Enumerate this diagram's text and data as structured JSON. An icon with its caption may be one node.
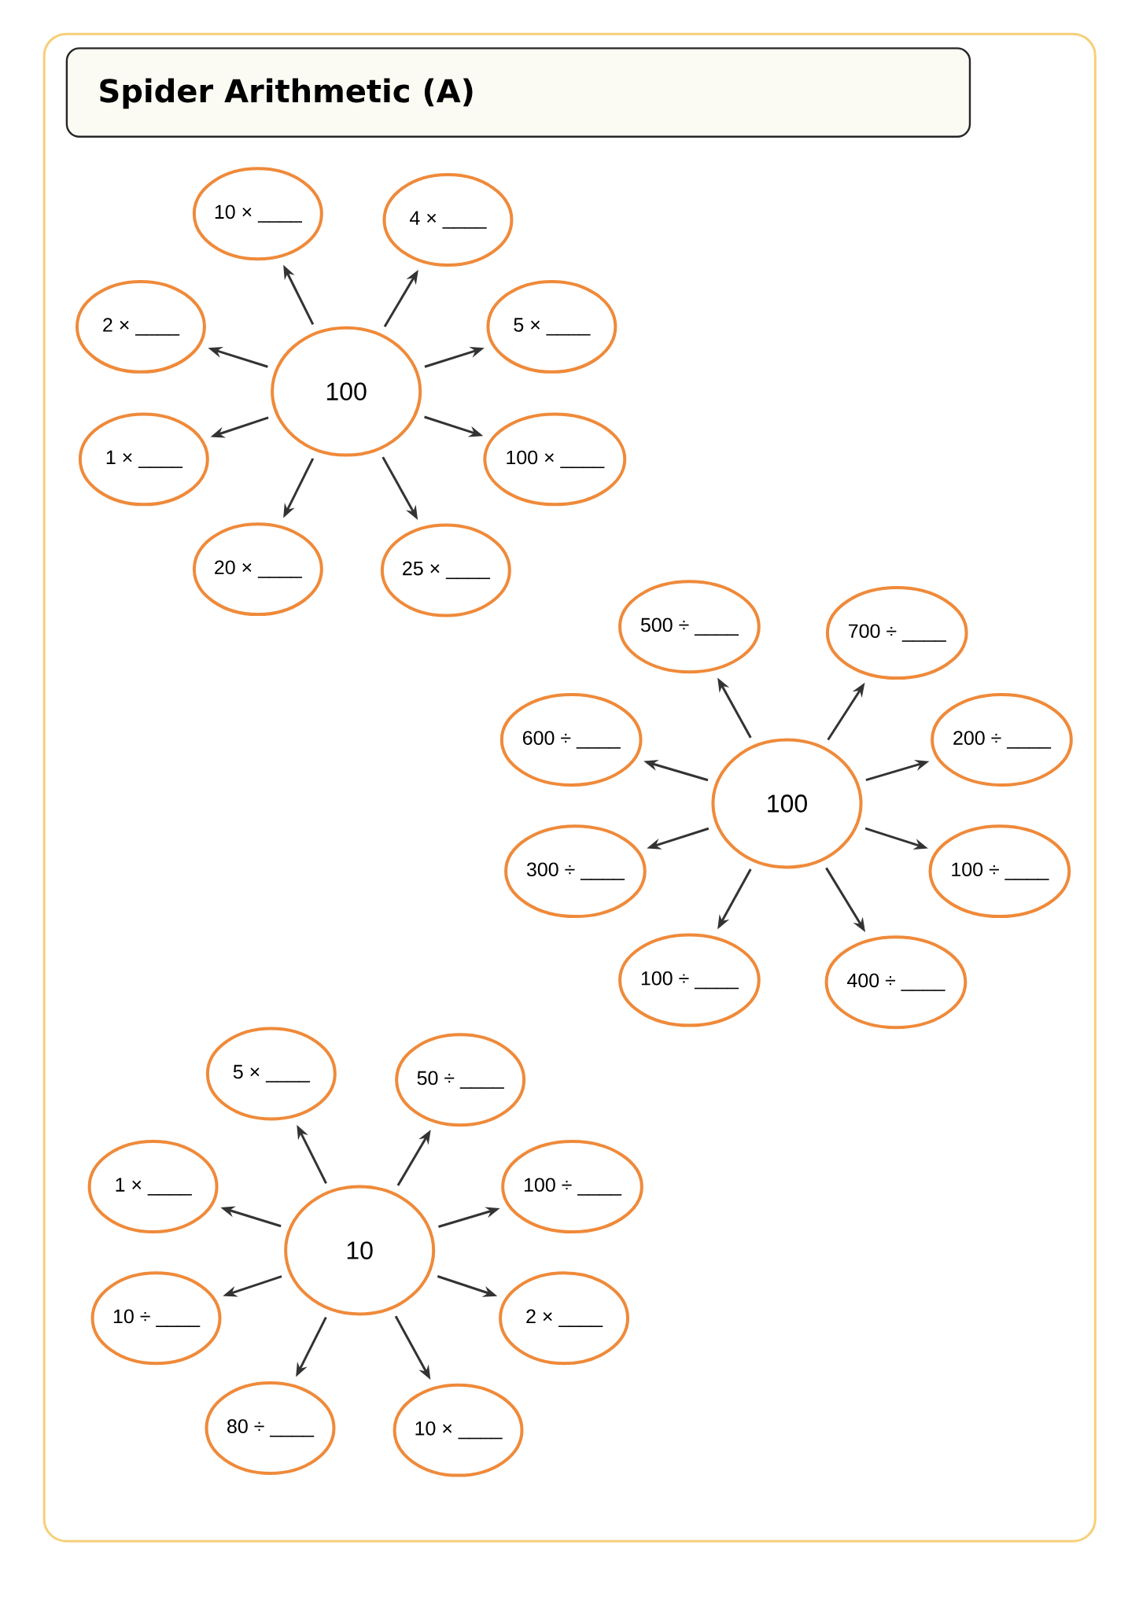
{
  "diagram": {
    "title": "Spider Arithmetic (A)",
    "nodes": [
      {
        "text": [
          "100"
        ]
      },
      {
        "text": [
          "10 × ____"
        ]
      },
      {
        "text": [
          "4 × ____"
        ]
      },
      {
        "text": [
          "2 × ____"
        ]
      },
      {
        "text": [
          "5 × ____"
        ]
      },
      {
        "text": [
          "1 × ____"
        ]
      },
      {
        "text": [
          "100 × ____"
        ]
      },
      {
        "text": [
          "20 × ____"
        ]
      },
      {
        "text": [
          "25 × ____"
        ]
      },
      {
        "text": [
          "100"
        ]
      },
      {
        "text": [
          "500 ÷ ____"
        ]
      },
      {
        "text": [
          "700 ÷ ____"
        ]
      },
      {
        "text": [
          "600 ÷ ____"
        ]
      },
      {
        "text": [
          "200 ÷ ____"
        ]
      },
      {
        "text": [
          "300 ÷ ____"
        ]
      },
      {
        "text": [
          "100 ÷ ____"
        ]
      },
      {
        "text": [
          "100 ÷ ____"
        ]
      },
      {
        "text": [
          "400 ÷ ____"
        ]
      },
      {
        "text": [
          "10"
        ]
      },
      {
        "text": [
          "5 × ____"
        ]
      },
      {
        "text": [
          "50 ÷ ____"
        ]
      },
      {
        "text": [
          "1 × ____"
        ]
      },
      {
        "text": [
          "100 ÷ ____"
        ]
      },
      {
        "text": [
          "10 ÷ ____"
        ]
      },
      {
        "text": [
          "2 × ____"
        ]
      },
      {
        "text": [
          "80 ÷ ____"
        ]
      },
      {
        "text": [
          "10 × ____"
        ]
      }
    ],
    "edges": [
      {
        "from": 0,
        "to": 1,
        "arrow": "to"
      },
      {
        "from": 0,
        "to": 2,
        "arrow": "to"
      },
      {
        "from": 0,
        "to": 3,
        "arrow": "to"
      },
      {
        "from": 0,
        "to": 4,
        "arrow": "to"
      },
      {
        "from": 0,
        "to": 5,
        "arrow": "to"
      },
      {
        "from": 0,
        "to": 6,
        "arrow": "to"
      },
      {
        "from": 0,
        "to": 7,
        "arrow": "to"
      },
      {
        "from": 0,
        "to": 8,
        "arrow": "to"
      },
      {
        "from": 9,
        "to": 10,
        "arrow": "to"
      },
      {
        "from": 9,
        "to": 11,
        "arrow": "to"
      },
      {
        "from": 9,
        "to": 12,
        "arrow": "to"
      },
      {
        "from": 9,
        "to": 13,
        "arrow": "to"
      },
      {
        "from": 9,
        "to": 14,
        "arrow": "to"
      },
      {
        "from": 9,
        "to": 15,
        "arrow": "to"
      },
      {
        "from": 9,
        "to": 16,
        "arrow": "to"
      },
      {
        "from": 9,
        "to": 17,
        "arrow": "to"
      },
      {
        "from": 18,
        "to": 19,
        "arrow": "to"
      },
      {
        "from": 18,
        "to": 20,
        "arrow": "to"
      },
      {
        "from": 18,
        "to": 21,
        "arrow": "to"
      },
      {
        "from": 18,
        "to": 22,
        "arrow": "to"
      },
      {
        "from": 18,
        "to": 23,
        "arrow": "to"
      },
      {
        "from": 18,
        "to": 24,
        "arrow": "to"
      },
      {
        "from": 18,
        "to": 25,
        "arrow": "to"
      },
      {
        "from": 18,
        "to": 26,
        "arrow": "to"
      }
    ]
  }
}
